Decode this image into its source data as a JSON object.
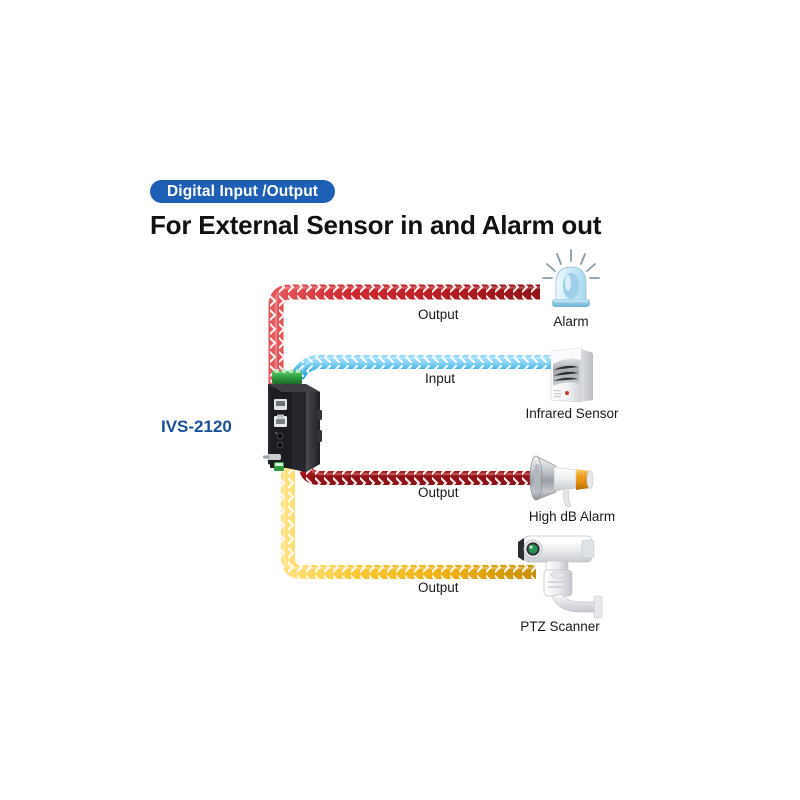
{
  "header": {
    "badge_label": "Digital Input /Output",
    "headline": "For External Sensor in and Alarm out",
    "badge_color": "#1d5fb4",
    "headline_color": "#111111"
  },
  "device": {
    "name": "IVS-2120",
    "label_color": "#1a4f9c",
    "body_color": "#25262a",
    "terminal_color": "#2f9b3e"
  },
  "diagram": {
    "type": "connection-diagram",
    "connections": [
      {
        "id": "alarm-output",
        "label": "Output",
        "direction": "out",
        "arrow": "right",
        "color": "#c4262c",
        "target": "Alarm"
      },
      {
        "id": "sensor-input",
        "label": "Input",
        "direction": "in",
        "arrow": "left",
        "color": "#3fb3e8",
        "target": "Infrared Sensor"
      },
      {
        "id": "horn-output",
        "label": "Output",
        "direction": "out",
        "arrow": "right",
        "color": "#c4262c",
        "target": "High dB Alarm"
      },
      {
        "id": "ptz-output",
        "label": "Output",
        "direction": "out",
        "arrow": "right",
        "color": "#f5b921",
        "target": "PTZ Scanner"
      }
    ],
    "nodes": [
      {
        "id": "alarm",
        "caption": "Alarm",
        "icon": "beacon-light-icon"
      },
      {
        "id": "ir-sensor",
        "caption": "Infrared Sensor",
        "icon": "pir-sensor-icon"
      },
      {
        "id": "horn",
        "caption": "High dB Alarm",
        "icon": "horn-speaker-icon"
      },
      {
        "id": "ptz",
        "caption": "PTZ Scanner",
        "icon": "ptz-camera-icon"
      }
    ]
  }
}
